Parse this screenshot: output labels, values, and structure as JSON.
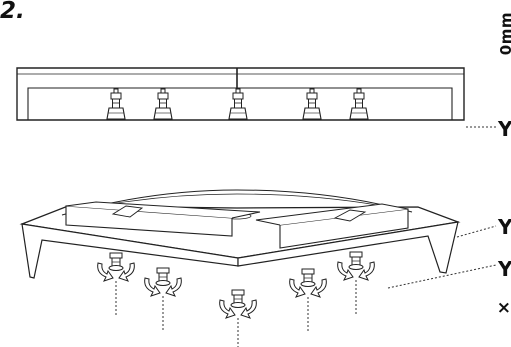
{
  "step": {
    "number": "2."
  },
  "labels": {
    "dimension": "0mm",
    "multiply": "×"
  },
  "side_marks": [
    "Y",
    "Y",
    "Y"
  ],
  "top_view": {
    "foot_count": 5
  },
  "iso_view": {
    "foot_count": 5
  }
}
